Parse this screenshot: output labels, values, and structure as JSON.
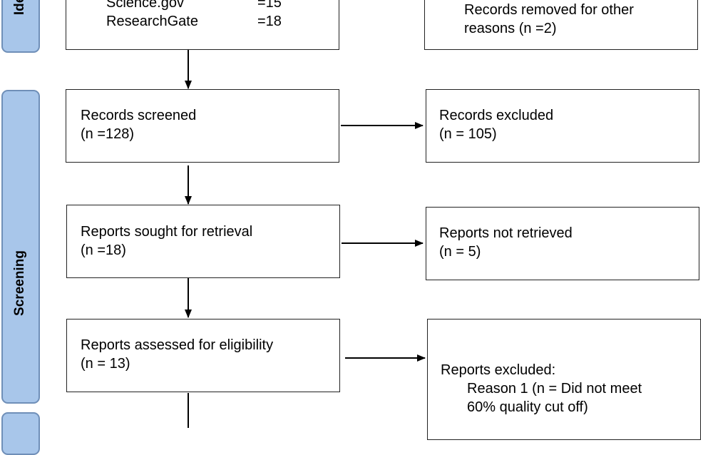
{
  "stages": {
    "identification": "Identification",
    "screening": "Screening"
  },
  "identification_box": {
    "databases": [
      {
        "name": "Science.gov",
        "count": "=15"
      },
      {
        "name": "ResearchGate",
        "count": "=18"
      }
    ]
  },
  "removed_box": {
    "line1": "Records removed for other",
    "line2": "reasons (n =2)"
  },
  "screened_box": {
    "line1": "Records screened",
    "line2": "(n =128)"
  },
  "excluded_box": {
    "line1": "Records excluded",
    "line2": "(n = 105)"
  },
  "sought_box": {
    "line1": "Reports sought for retrieval",
    "line2": "(n =18)"
  },
  "not_retrieved_box": {
    "line1": "Reports not retrieved",
    "line2": "(n = 5)"
  },
  "assessed_box": {
    "line1": "Reports assessed for eligibility",
    "line2": "(n = 13)"
  },
  "reports_excluded_box": {
    "line1": "Reports excluded:",
    "line2": "Reason 1 (n = Did not meet",
    "line3": "60% quality cut off)"
  }
}
